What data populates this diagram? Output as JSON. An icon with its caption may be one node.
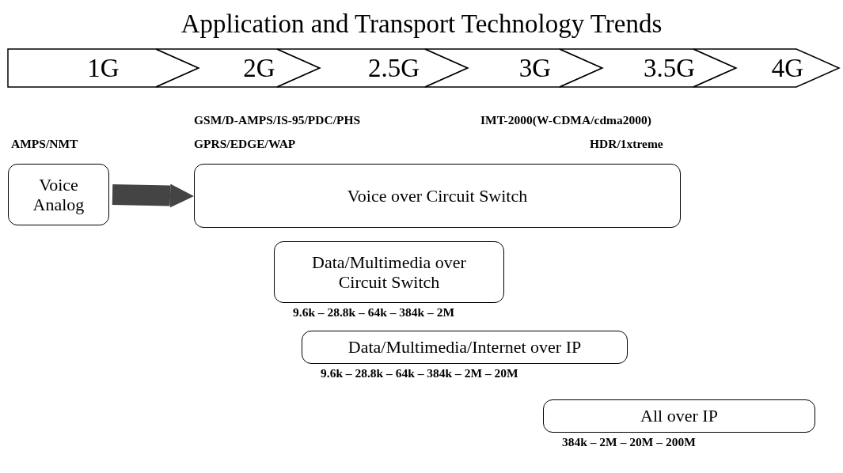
{
  "diagram": {
    "title": "Application and Transport Technology Trends",
    "nodes": [
      {
        "text": [
          "1G"
        ]
      },
      {
        "text": [
          "2G"
        ]
      },
      {
        "text": [
          "2.5G"
        ]
      },
      {
        "text": [
          "3G"
        ]
      },
      {
        "text": [
          "3.5G"
        ]
      },
      {
        "text": [
          "4G"
        ]
      },
      {
        "text": [
          "Voice Analog"
        ]
      },
      {
        "text": [
          "Voice over Circuit Switch"
        ]
      },
      {
        "text": [
          "Data/Multimedia over Circuit Switch"
        ],
        "beside": [
          "9.6k – 28.8k – 64k – 384k – 2M"
        ]
      },
      {
        "text": [
          "Data/Multimedia/Internet over IP"
        ],
        "beside": [
          "9.6k – 28.8k – 64k – 384k – 2M – 20M"
        ]
      },
      {
        "text": [
          "All over IP"
        ],
        "beside": [
          "384k – 2M – 20M – 200M"
        ]
      }
    ],
    "edges": [
      {
        "from": 6,
        "to": 7,
        "arrow": "to"
      }
    ],
    "labels": [
      "GSM/D-AMPS/IS-95/PDC/PHS",
      "IMT-2000(W-CDMA/cdma2000)",
      "AMPS/NMT",
      "GPRS/EDGE/WAP",
      "HDR/1xtreme"
    ]
  }
}
